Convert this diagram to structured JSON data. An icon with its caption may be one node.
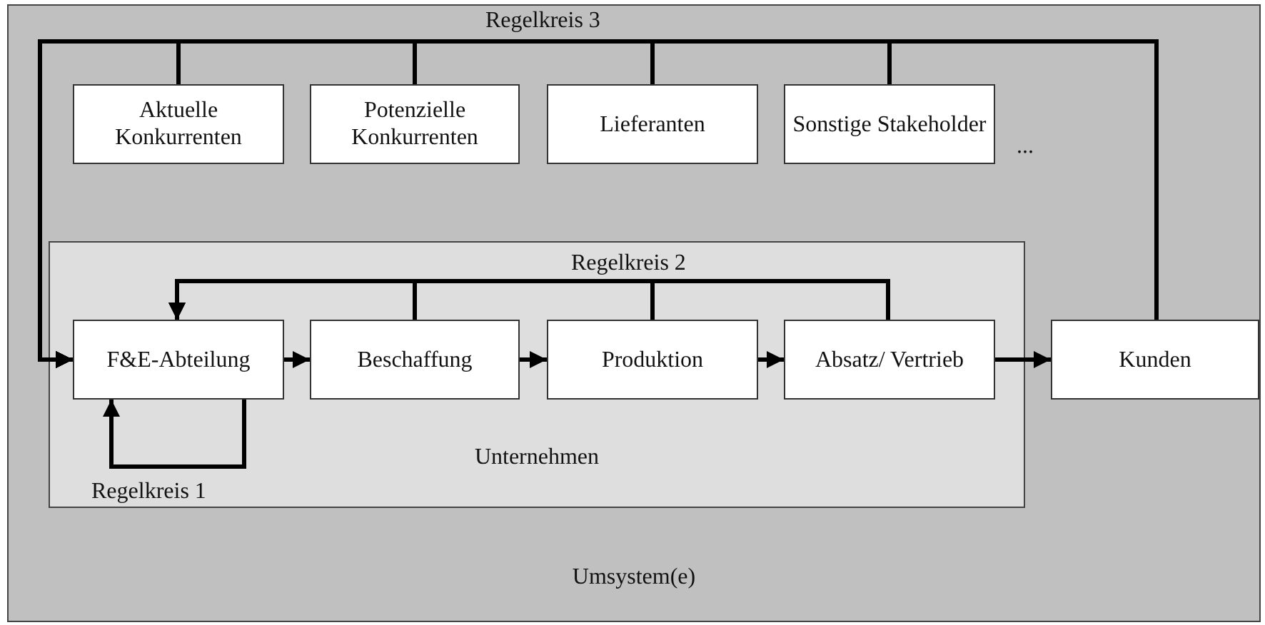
{
  "diagram": {
    "nodes": [
      {
        "text": [
          "Umsystem(e)"
        ]
      },
      {
        "text": [
          "Aktuelle Konkurrenten"
        ],
        "in": 0
      },
      {
        "text": [
          "Potenzielle Konkurrenten"
        ],
        "in": 0
      },
      {
        "text": [
          "Lieferanten"
        ],
        "in": 0
      },
      {
        "text": [
          "Sonstige Stakeholder"
        ],
        "in": 0
      },
      {
        "text": [
          "Unternehmen"
        ],
        "in": 0
      },
      {
        "text": [
          "F&E-Abteilung"
        ],
        "in": 5
      },
      {
        "text": [
          "Beschaffung"
        ],
        "in": 5
      },
      {
        "text": [
          "Produktion"
        ],
        "in": 5
      },
      {
        "text": [
          "Absatz/ Vertrieb"
        ],
        "in": 5
      },
      {
        "text": [
          "Kunden"
        ],
        "in": 0
      }
    ],
    "edges": [
      {
        "from": 6,
        "to": 7,
        "arrow": "to"
      },
      {
        "from": 7,
        "to": 8,
        "arrow": "to"
      },
      {
        "from": 8,
        "to": 9,
        "arrow": "to"
      },
      {
        "from": 9,
        "to": 10,
        "arrow": "to"
      },
      {
        "from": 6,
        "to": 6,
        "arrow": "to"
      },
      {
        "from": 9,
        "to": 6,
        "arrow": "to"
      },
      {
        "from": 7,
        "to": 6,
        "arrow": "to"
      },
      {
        "from": 8,
        "to": 6,
        "arrow": "to"
      },
      {
        "from": 10,
        "to": 6,
        "arrow": "to"
      },
      {
        "from": 1,
        "to": 6,
        "arrow": "to"
      },
      {
        "from": 2,
        "to": 6,
        "arrow": "to"
      },
      {
        "from": 3,
        "to": 6,
        "arrow": "to"
      },
      {
        "from": 4,
        "to": 6,
        "arrow": "to"
      }
    ],
    "labels": [
      "Regelkreis 3",
      "...",
      "Regelkreis 2",
      "Regelkreis 1"
    ]
  }
}
